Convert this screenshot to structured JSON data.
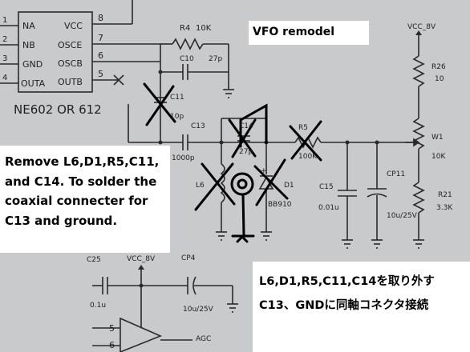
{
  "title": "VFO remodel",
  "ic": {
    "name": "NE602 OR 612",
    "pins_left": [
      "NA",
      "NB",
      "GND",
      "OUTA"
    ],
    "pins_right": [
      "VCC",
      "OSCE",
      "OSCB",
      "OUTB"
    ],
    "pin_numbers_left": [
      "1",
      "2",
      "3",
      "4"
    ],
    "pin_numbers_right": [
      "8",
      "7",
      "6",
      "5"
    ]
  },
  "components": {
    "r4": "R4",
    "r4_val": "10K",
    "c10": "C10",
    "c10_val": "27p",
    "c11": "C11",
    "c11_val": "10p",
    "c13": "C13",
    "c13_val": "1000p",
    "c14": "C14",
    "c14_val": "27p",
    "r5": "R5",
    "r5_val": "100K",
    "l6": "L6",
    "d1": "D1",
    "d1_val": "BB910",
    "c15": "C15",
    "c15_val": "0.01u",
    "cp11": "CP11",
    "cp11_val": "10u/25V",
    "r26": "R26",
    "r26_val": "10",
    "w1": "W1",
    "w1_val": "10K",
    "r21": "R21",
    "r21_val": "3.3K",
    "vcc_top": "VCC_8V",
    "c25": "C25",
    "c25_val": "0.1u",
    "vcc_bottom": "VCC_8V",
    "cp4": "CP4",
    "cp4_val": "10u/25V",
    "opamp_pin5": "5",
    "opamp_pin6": "6",
    "bottom_label": "AGC",
    "d1_pol": "+"
  },
  "note_en": [
    "Remove L6,D1,R5,C11,",
    "and C14. To solder the",
    "coaxial connecter for",
    "C13 and ground."
  ],
  "note_jp": [
    "L6,D1,R5,C11,C14を取り外す",
    "C13、GNDに同軸コネクタ接続"
  ],
  "colors": {
    "paper": "#c9cacc",
    "ink": "#2a2a2a",
    "marker": "#000000",
    "note_bg": "#ffffff"
  }
}
